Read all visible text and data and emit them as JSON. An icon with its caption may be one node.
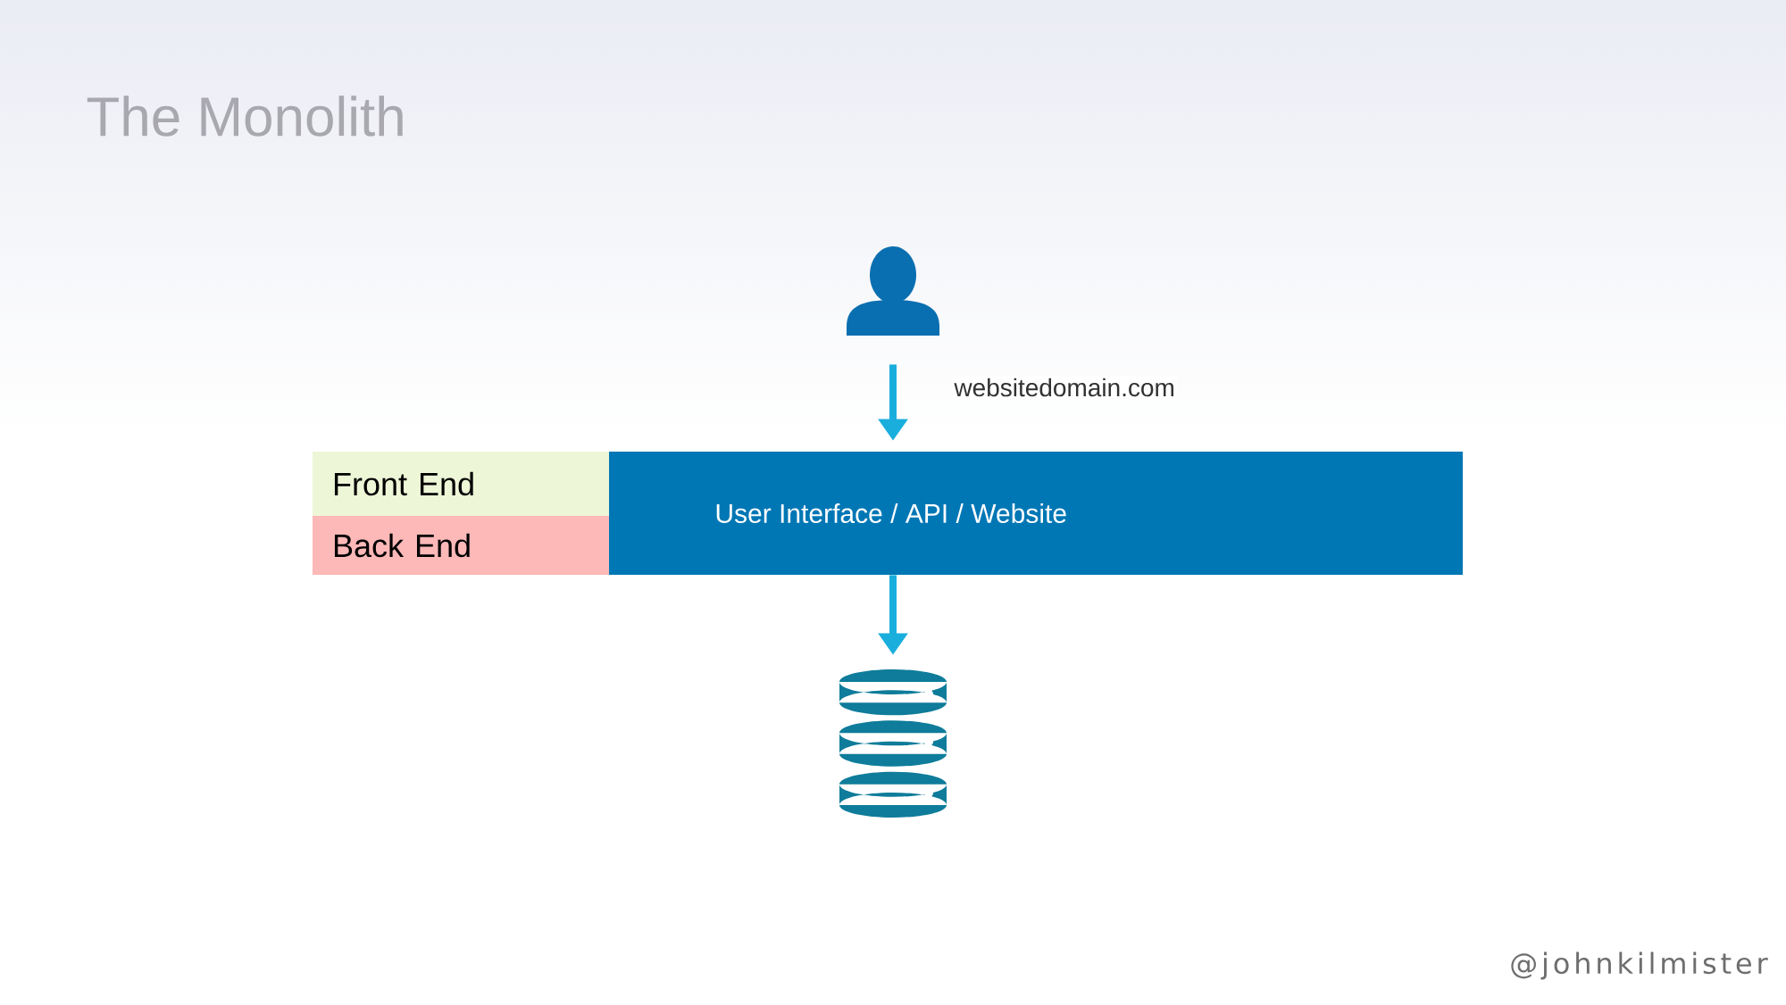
{
  "diagram": {
    "title": "The Monolith",
    "nodes": [
      {
        "text": [],
        "shape": "person"
      },
      {
        "text": [
          "Front End"
        ]
      },
      {
        "text": [
          "Back End"
        ]
      },
      {
        "text": [
          "User Interface / API / Website"
        ]
      },
      {
        "text": [],
        "shape": "cylinder"
      }
    ],
    "edges": [
      {
        "from": 0,
        "to": 3,
        "arrow": "to",
        "label": "websitedomain.com"
      },
      {
        "from": 3,
        "to": 4,
        "arrow": "to"
      }
    ],
    "labels": [
      "@johnkilmister"
    ]
  }
}
